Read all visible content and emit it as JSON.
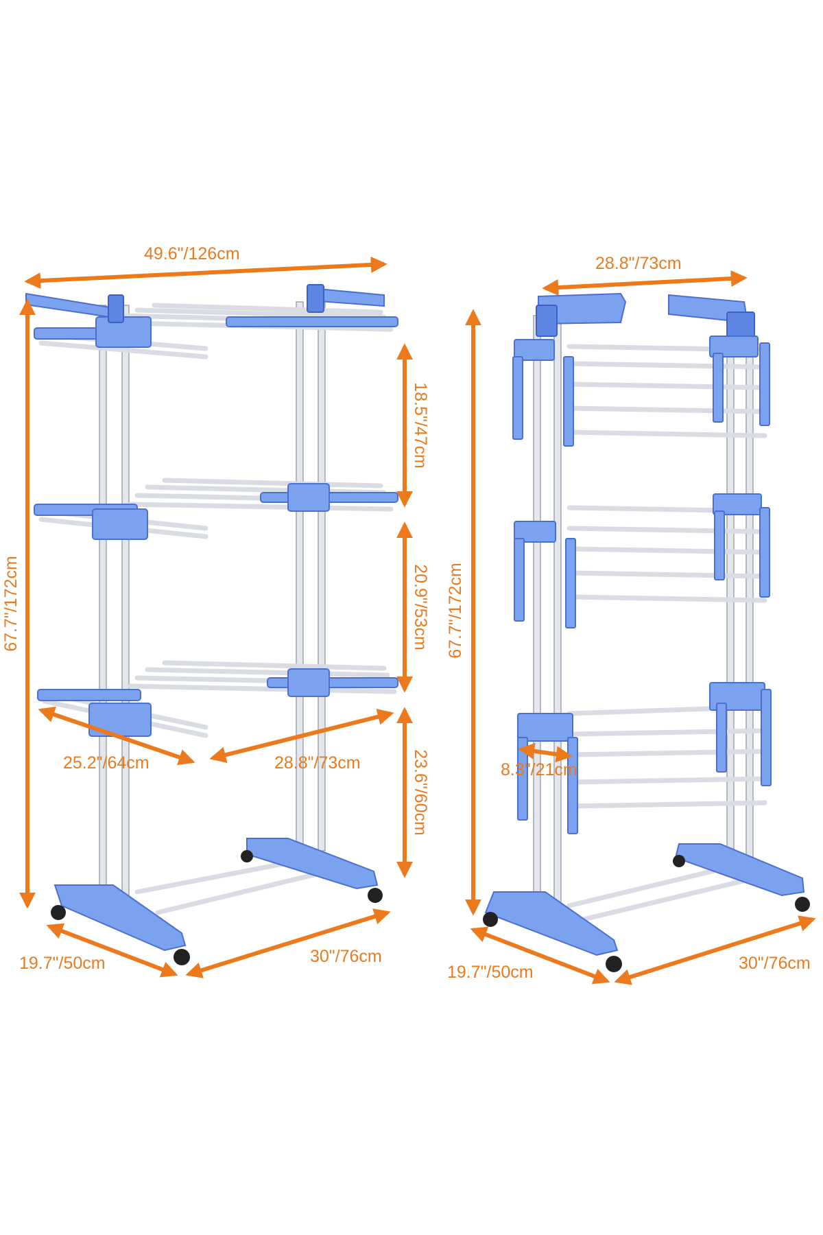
{
  "colors": {
    "dimension": "#ec7a1c",
    "plastic": "#7aa2ee",
    "plastic_dark": "#4c6fcf",
    "frame": "#e3e6eb"
  },
  "left_view": {
    "top_width": "49.6\"/126cm",
    "height": "67.7\"/172cm",
    "tier_gap_1": "18.5\"/47cm",
    "tier_gap_2": "20.9\"/53cm",
    "tier_gap_3": "23.6\"/60cm",
    "wing_depth": "25.2\"/64cm",
    "shelf_width": "28.8\"/73cm",
    "base_depth": "19.7\"/50cm",
    "base_width": "30\"/76cm"
  },
  "right_view": {
    "top_width": "28.8\"/73cm",
    "height": "67.7\"/172cm",
    "folded_depth": "8.3\"/21cm",
    "base_depth": "19.7\"/50cm",
    "base_width": "30\"/76cm"
  }
}
